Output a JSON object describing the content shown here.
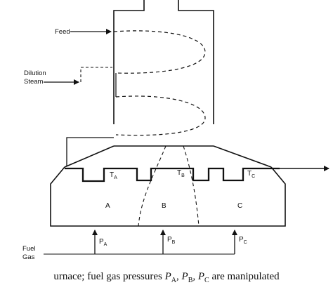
{
  "labels": {
    "feed": "Feed",
    "dilution_line1": "Dilution",
    "dilution_line2": "Steam",
    "fuel_line1": "Fuel",
    "fuel_line2": "Gas"
  },
  "zones": [
    {
      "name": "A",
      "t_main": "T",
      "t_sub": "A",
      "p_main": "P",
      "p_sub": "A"
    },
    {
      "name": "B",
      "t_main": "T",
      "t_sub": "B",
      "p_main": "P",
      "p_sub": "B"
    },
    {
      "name": "C",
      "t_main": "T",
      "t_sub": "C",
      "p_main": "P",
      "p_sub": "C"
    }
  ],
  "caption": {
    "prefix": "urnace; fuel gas pressures ",
    "p_main": "P",
    "sub_a": "A",
    "sub_b": "B",
    "sub_c": "C",
    "suffix": " are manipulated"
  }
}
